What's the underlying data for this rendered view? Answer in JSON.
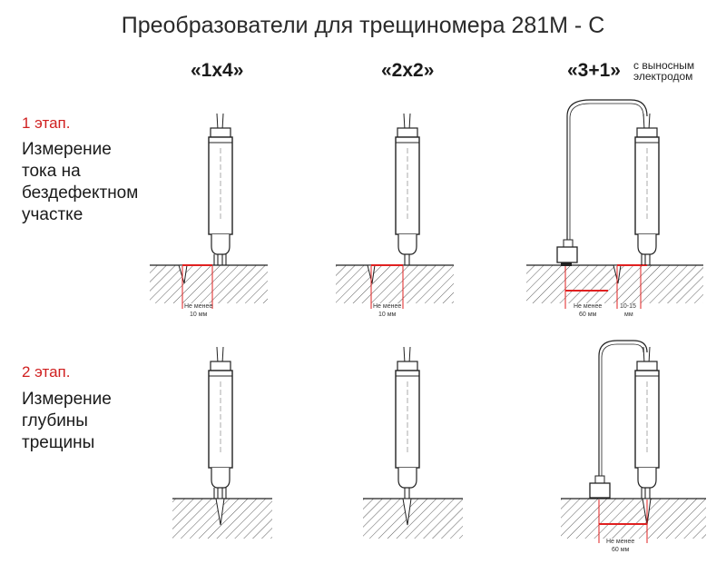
{
  "title": "Преобразователи для трещиномера 281М - С",
  "columns": [
    {
      "label": "«1х4»"
    },
    {
      "label": "«2х2»"
    },
    {
      "label": "«3+1»",
      "note_line1": "с выносным",
      "note_line2": "электродом"
    }
  ],
  "stages": [
    {
      "label": "1 этап.",
      "description": [
        "Измерение",
        "тока на",
        "бездефектном",
        "участке"
      ]
    },
    {
      "label": "2 этап.",
      "description": [
        "Измерение",
        "глубины",
        "трещины"
      ]
    }
  ],
  "dimensions": {
    "min_word": "Не менее",
    "ten_mm": "10 мм",
    "sixty_mm": "60 мм",
    "range_1": "10-15",
    "range_2": "мм"
  },
  "colors": {
    "accent": "#e02020",
    "line": "#222222"
  }
}
